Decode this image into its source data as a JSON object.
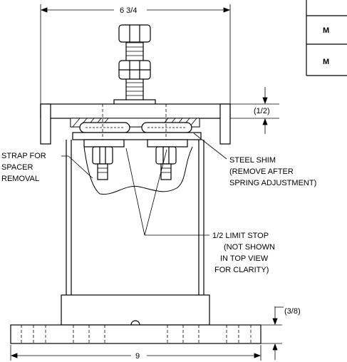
{
  "dimensions": {
    "top_width": "6 3/4",
    "bottom_width": "9",
    "upper_gap": "(1/2)",
    "base_thickness": "(3/8)"
  },
  "callouts": {
    "strap": [
      "STRAP FOR",
      "SPACER",
      "REMOVAL"
    ],
    "shim": [
      "STEEL SHIM",
      "(REMOVE AFTER",
      "SPRING ADJUSTMENT)"
    ],
    "limit_stop": [
      "1/2 LIMIT STOP",
      "(NOT SHOWN",
      "IN TOP VIEW",
      "FOR CLARITY)"
    ]
  },
  "table_fragment": [
    "M",
    "M"
  ]
}
